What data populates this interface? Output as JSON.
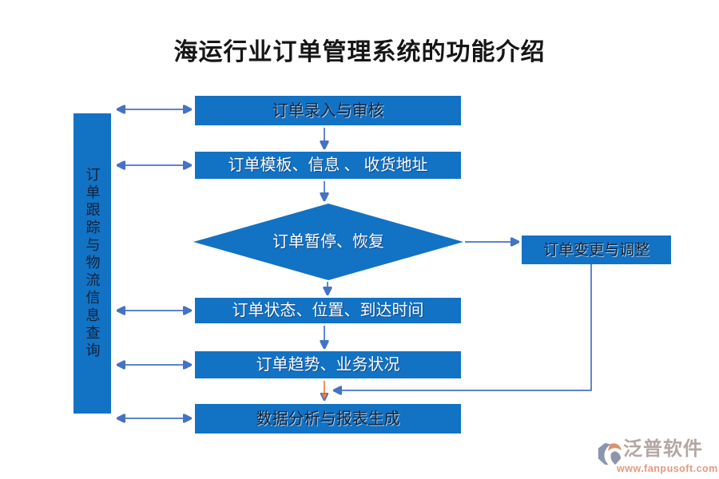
{
  "title": "海运行业订单管理系统的功能介绍",
  "left_panel": {
    "label": "订单跟踪与物流信息查询"
  },
  "flow": {
    "steps": [
      {
        "id": "order-entry-review",
        "label": "订单录入与审核"
      },
      {
        "id": "order-template-info",
        "label": "订单模板、信息 、 收货地址"
      },
      {
        "id": "order-pause-resume",
        "label": "订单暂停、恢复"
      },
      {
        "id": "order-status-location",
        "label": "订单状态、位置、到达时间"
      },
      {
        "id": "order-trend-business",
        "label": "订单趋势、业务状况"
      },
      {
        "id": "data-analysis-report",
        "label": "数据分析与报表生成"
      },
      {
        "id": "order-change-adjust",
        "label": "订单变更与调整"
      }
    ]
  },
  "watermark": {
    "brand": "泛普软件",
    "url": "www.fanpusoft.com"
  },
  "colors": {
    "node_fill": "#1272c4",
    "connector_blue": "#4472c4",
    "connector_orange": "#ed7d31",
    "title_text": "#161616",
    "node_text_light": "#fdfdfd",
    "node_text_dark": "#10223a",
    "watermark_brand": "#b3a7a4",
    "watermark_url": "#e49a7d"
  }
}
